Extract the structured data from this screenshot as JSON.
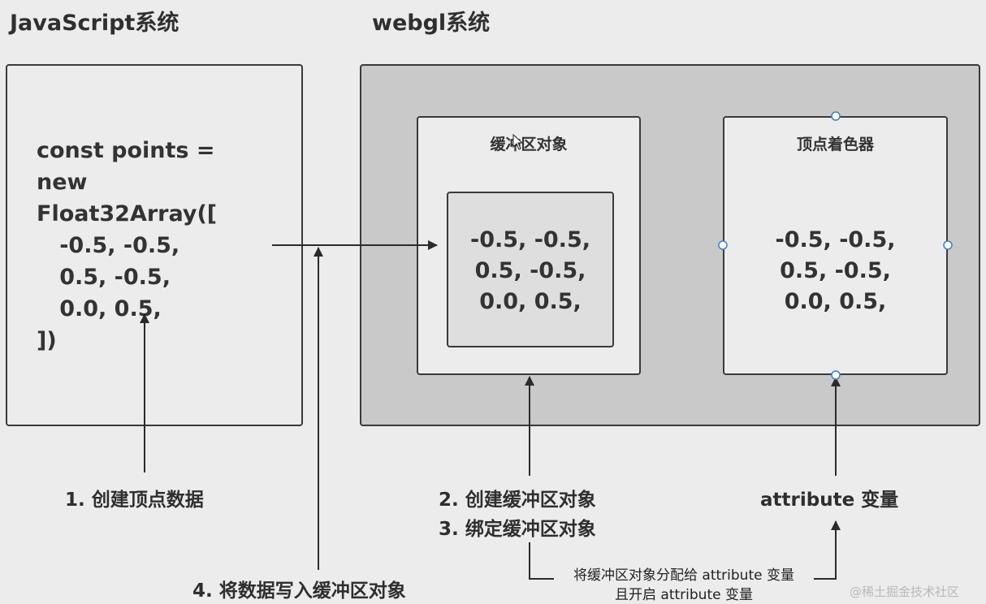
{
  "headings": {
    "js_system": "JavaScript系统",
    "webgl_system": "webgl系统"
  },
  "code": [
    "const points =",
    "new",
    "Float32Array([",
    "   -0.5, -0.5,",
    "   0.5, -0.5,",
    "   0.0, 0.5,",
    "])"
  ],
  "buffer_box": {
    "title": "缓冲区对象",
    "values": [
      "-0.5, -0.5,",
      "0.5, -0.5,",
      "0.0, 0.5,"
    ]
  },
  "shader_box": {
    "title": "顶点着色器",
    "values": [
      "-0.5, -0.5,",
      "0.5, -0.5,",
      "0.0, 0.5,"
    ]
  },
  "steps": {
    "step1": "1. 创建顶点数据",
    "step2": "2. 创建缓冲区对象",
    "step3": "3. 绑定缓冲区对象",
    "step4": "4. 将数据写入缓冲区对象",
    "attribute": "attribute 变量"
  },
  "note": {
    "line1": "将缓冲区对象分配给 attribute 变量",
    "line2": "且开启 attribute 变量"
  },
  "watermark": "@稀土掘金技术社区"
}
